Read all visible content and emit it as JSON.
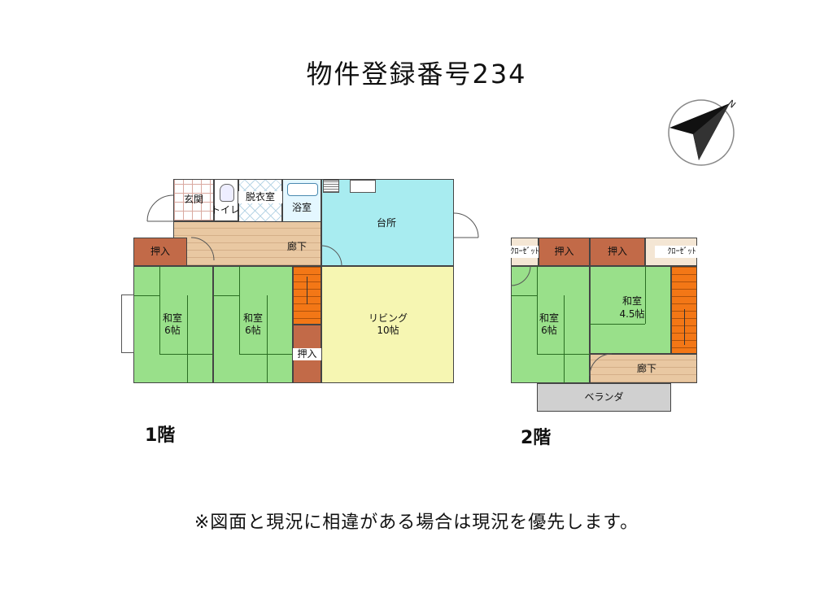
{
  "title": "物件登録番号234",
  "compass": {
    "north_label": "N"
  },
  "floor1": {
    "label": "1階",
    "rooms": {
      "genkan": "玄関",
      "toilet": "トイレ",
      "dressing": "脱衣室",
      "bath": "浴室",
      "kitchen": "台所",
      "hallway": "廊下",
      "closet_top": "押入",
      "washitsu_left_1": "和室",
      "washitsu_left_2": "6帖",
      "washitsu_mid_1": "和室",
      "washitsu_mid_2": "6帖",
      "closet_mid": "押入",
      "living_1": "リビング",
      "living_2": "10帖"
    }
  },
  "floor2": {
    "label": "2階",
    "rooms": {
      "closet_w_left": "ｸﾛｰｾﾞｯﾄ",
      "closet_1": "押入",
      "closet_2": "押入",
      "closet_w_right": "ｸﾛｰｾﾞｯﾄ",
      "washitsu_a_1": "和室",
      "washitsu_a_2": "6帖",
      "washitsu_b_1": "和室",
      "washitsu_b_2": "4.5帖",
      "hallway": "廊下",
      "veranda": "ベランダ"
    }
  },
  "note": "※図面と現況に相違がある場合は現況を優先します。"
}
